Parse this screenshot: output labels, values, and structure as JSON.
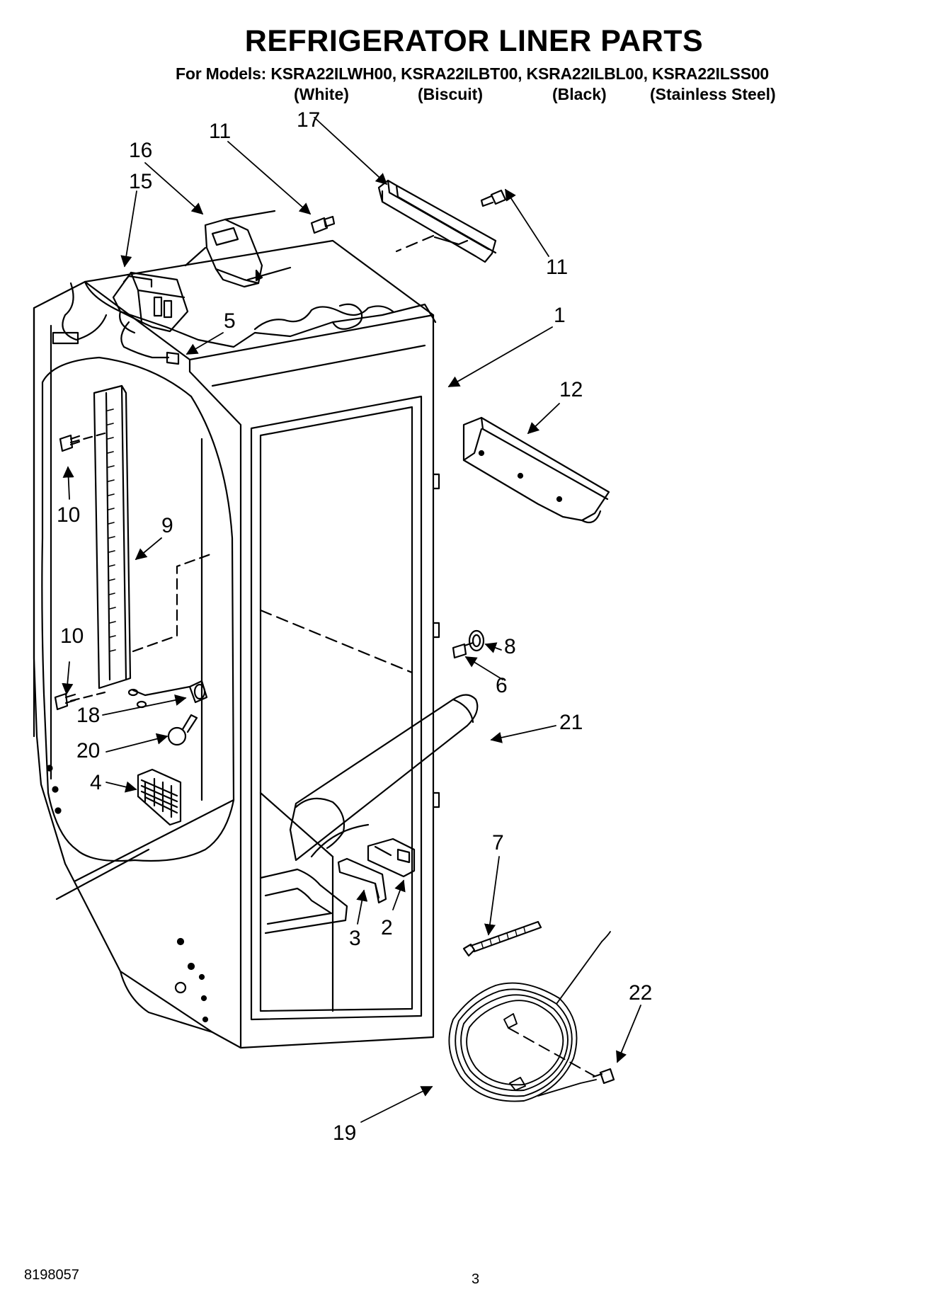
{
  "header": {
    "title": "REFRIGERATOR LINER PARTS",
    "models_line": "For Models: KSRA22ILWH00, KSRA22ILBT00, KSRA22ILBL00, KSRA22ILSS00",
    "variants": [
      "(White)",
      "(Biscuit)",
      "(Black)",
      "(Stainless Steel)"
    ]
  },
  "callouts": {
    "c1": "1",
    "c2": "2",
    "c3": "3",
    "c4": "4",
    "c5": "5",
    "c6": "6",
    "c7": "7",
    "c8": "8",
    "c9": "9",
    "c10a": "10",
    "c10b": "10",
    "c11a": "11",
    "c11b": "11",
    "c12": "12",
    "c15": "15",
    "c16": "16",
    "c17": "17",
    "c18": "18",
    "c19": "19",
    "c20": "20",
    "c21": "21",
    "c22": "22"
  },
  "footer": {
    "doc_number": "8198057",
    "page_number": "3"
  }
}
